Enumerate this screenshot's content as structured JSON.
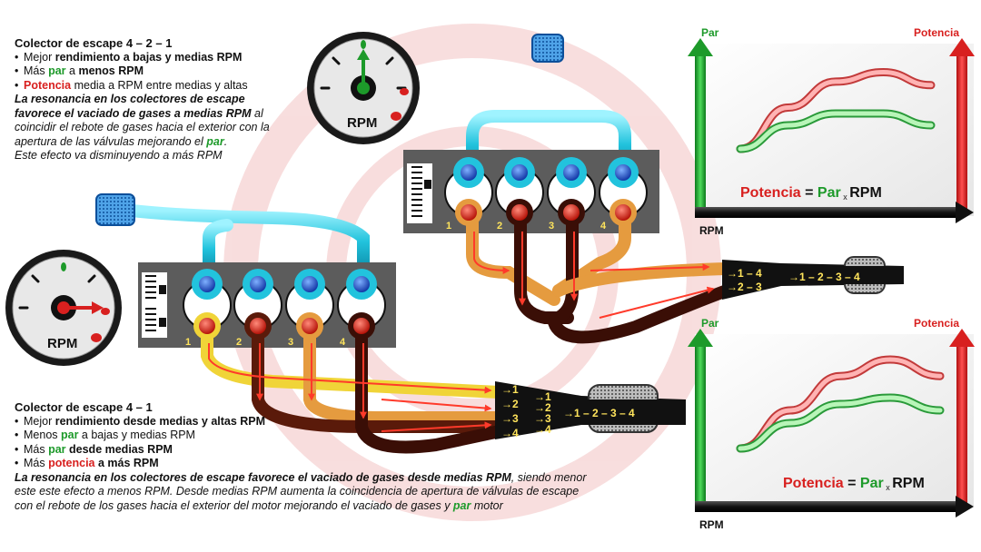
{
  "top_text": {
    "title": "Colector de escape 4 –  2 – 1",
    "b1_pre": "Mejor ",
    "b1_bold": "rendimiento a bajas y medias RPM",
    "b2_pre": "Más ",
    "b2_par": "par",
    "b2_mid": " a ",
    "b2_bold": "menos RPM",
    "b3_pot": "Potencia",
    "b3_rest": " media a RPM entre medias y altas",
    "para_bold": "La resonancia en los colectores de escape favorece el vaciado de gases a medias RPM",
    "para_rest": " al coincidir el rebote de gases hacia el exterior con la apertura de las válvulas mejorando el ",
    "para_par": "par",
    "para_end": ".",
    "para_line2": "Este efecto va disminuyendo a más RPM"
  },
  "bottom_text": {
    "title": "Colector de escape 4 – 1",
    "b1_pre": "Mejor ",
    "b1_bold": "rendimiento desde medias y altas RPM",
    "b2_pre": "Menos ",
    "b2_par": "par",
    "b2_rest": " a bajas y medias RPM",
    "b3_pre": "Más ",
    "b3_par": "par",
    "b3_bold": " desde medias RPM",
    "b4_pre": "Más ",
    "b4_pot": "potencia",
    "b4_bold": " a más RPM",
    "para_bold": "La resonancia en los colectores de escape favorece el vaciado de gases desde medias RPM",
    "para_rest": ", siendo menor este este efecto a menos RPM. Desde medias RPM aumenta la coincidencia de apertura de válvulas de escape con el rebote de los gases hacia el exterior del motor mejorando el vaciado de gases y ",
    "para_par": "par",
    "para_end": " motor"
  },
  "gauges": {
    "label": "RPM"
  },
  "engine": {
    "cylinder_numbers": [
      "1",
      "2",
      "3",
      "4"
    ]
  },
  "collector_421": {
    "tag_a": "→1 – 4",
    "tag_b": "→2 – 3",
    "tail": "→1 – 2 – 3 – 4"
  },
  "collector_41": {
    "tags_left": [
      "→1",
      "→2",
      "→3",
      "→4"
    ],
    "tags_right": [
      "→1",
      "→2",
      "→3",
      "→4"
    ],
    "tail": "→1 – 2 – 3 – 4"
  },
  "charts": {
    "par_label": "Par",
    "potencia_label": "Potencia",
    "rpm_label": "RPM",
    "formula_pot": "Potencia",
    "formula_eq": " = ",
    "formula_par": "Par",
    "formula_x": " x ",
    "formula_rpm": "RPM"
  },
  "chart_data": [
    {
      "type": "line",
      "title": "",
      "xlabel": "RPM",
      "ylabel_left": "Par",
      "ylabel_right": "Potencia",
      "x": [
        0,
        0.25,
        0.5,
        0.75,
        1.0
      ],
      "series": [
        {
          "name": "Potencia",
          "values": [
            0.2,
            0.55,
            0.77,
            0.85,
            0.74
          ]
        },
        {
          "name": "Par",
          "values": [
            0.2,
            0.4,
            0.5,
            0.5,
            0.4
          ]
        }
      ]
    },
    {
      "type": "line",
      "title": "",
      "xlabel": "RPM",
      "ylabel_left": "Par",
      "ylabel_right": "Potencia",
      "x": [
        0,
        0.25,
        0.5,
        0.75,
        1.0
      ],
      "series": [
        {
          "name": "Potencia",
          "values": [
            0.15,
            0.45,
            0.72,
            0.85,
            0.72
          ]
        },
        {
          "name": "Par",
          "values": [
            0.15,
            0.35,
            0.5,
            0.55,
            0.45
          ]
        }
      ]
    }
  ],
  "colors": {
    "par_green": "#1d9a2a",
    "potencia_red": "#d8201f",
    "intake_cyan": "#26c6e0",
    "exhaust_dark": "#3a0e06"
  }
}
